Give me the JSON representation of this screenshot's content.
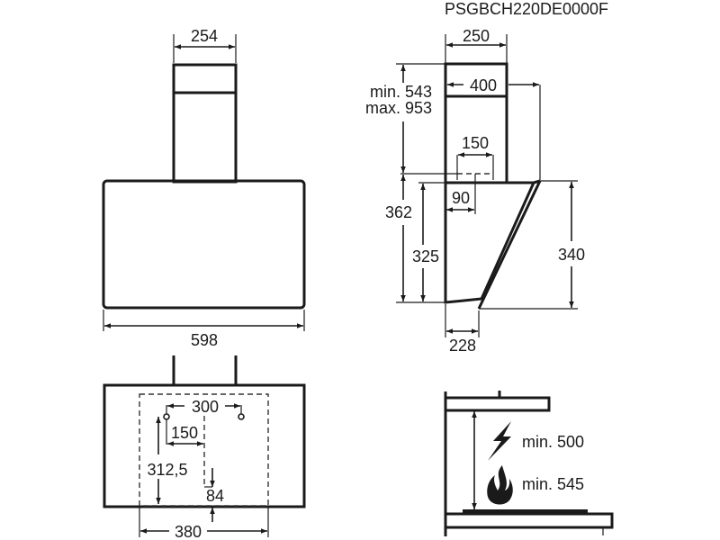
{
  "model_code": "PSGBCH220DE0000F",
  "front_view": {
    "chimney_width": "254",
    "hood_width": "598"
  },
  "mounting_view": {
    "hole_spacing": "300",
    "hole_offset": "150",
    "vertical": "312,5",
    "bottom_offset": "84",
    "bracket_width": "380"
  },
  "side_view": {
    "chimney_depth": "250",
    "depth": "400",
    "chimney_min": "min. 543",
    "chimney_max": "max. 953",
    "outlet_diameter": "150",
    "outlet_offset": "90",
    "height_total": "362",
    "height_back": "325",
    "height_front": "340",
    "bottom_depth": "228"
  },
  "clearance": {
    "electric_label": "min. 500",
    "gas_label": "min. 545",
    "electric_icon": "lightning-icon",
    "gas_icon": "flame-icon"
  }
}
